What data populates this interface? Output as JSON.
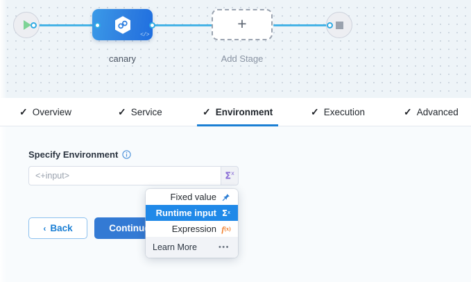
{
  "canvas": {
    "start_node": {
      "icon": "play-icon"
    },
    "stop_node": {
      "icon": "stop-icon"
    },
    "stage": {
      "label": "canary",
      "icon": "harness-hexagon-icon",
      "badge": "</>"
    },
    "add_stage": {
      "label": "Add Stage",
      "icon": "plus-icon"
    }
  },
  "tabs": [
    {
      "label": "Overview",
      "check": "✓",
      "active": false
    },
    {
      "label": "Service",
      "check": "✓",
      "active": false
    },
    {
      "label": "Environment",
      "check": "✓",
      "active": true
    },
    {
      "label": "Execution",
      "check": "✓",
      "active": false
    },
    {
      "label": "Advanced",
      "check": "✓",
      "active": false
    }
  ],
  "form": {
    "field_label": "Specify Environment",
    "info_icon": "info-icon",
    "input_value": "",
    "input_placeholder": "<+input>",
    "sigma_button_label": "Σ",
    "sigma_button_sup": "x",
    "back_label": "Back",
    "back_chevron": "‹",
    "continue_label": "Continue"
  },
  "dropdown": {
    "items": [
      {
        "label": "Fixed value",
        "icon": "pin-icon",
        "selected": false
      },
      {
        "label": "Runtime input",
        "icon": "sigma-icon",
        "selected": true
      },
      {
        "label": "Expression",
        "icon": "fx-icon",
        "selected": false
      }
    ],
    "footer_label": "Learn More",
    "footer_dots": "•••"
  },
  "colors": {
    "accent_blue": "#2089e8",
    "primary_button": "#337ad4",
    "edge": "#46b3e6",
    "runtime_purple": "#8b6fd6",
    "expression_orange": "#f07e2a",
    "play_green": "#7ed396",
    "canvas_bg": "#eef4f8",
    "form_bg": "#f8fbfd"
  }
}
